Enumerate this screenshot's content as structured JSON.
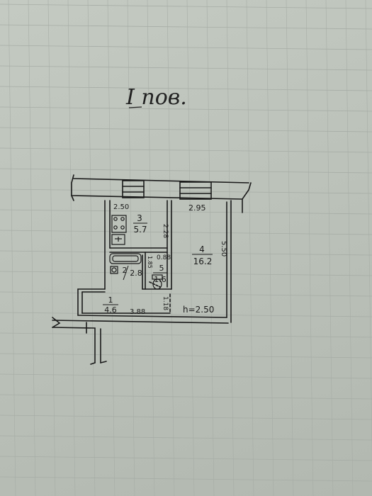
{
  "title": "I пов.",
  "rooms": [
    {
      "number": "1",
      "area": "4.6"
    },
    {
      "number": "2",
      "area": "2.8"
    },
    {
      "number": "3",
      "area": "5.7"
    },
    {
      "number": "4",
      "area": "16.2"
    },
    {
      "number": "5",
      "area": "1.6"
    }
  ],
  "dimensions": {
    "kitchen_width": "2.50",
    "room_width": "2.95",
    "kitchen_depth": "2.28",
    "room_depth": "5.50",
    "bath_depth": "1.85",
    "wc_width": "0.88",
    "hall_width": "3.88",
    "hall_depth": "1.18"
  },
  "ceiling_height": "h=2.50",
  "colors": {
    "paper": "#bcc2ba",
    "ink": "#1a1a1a",
    "grid": "#a7ada6"
  }
}
